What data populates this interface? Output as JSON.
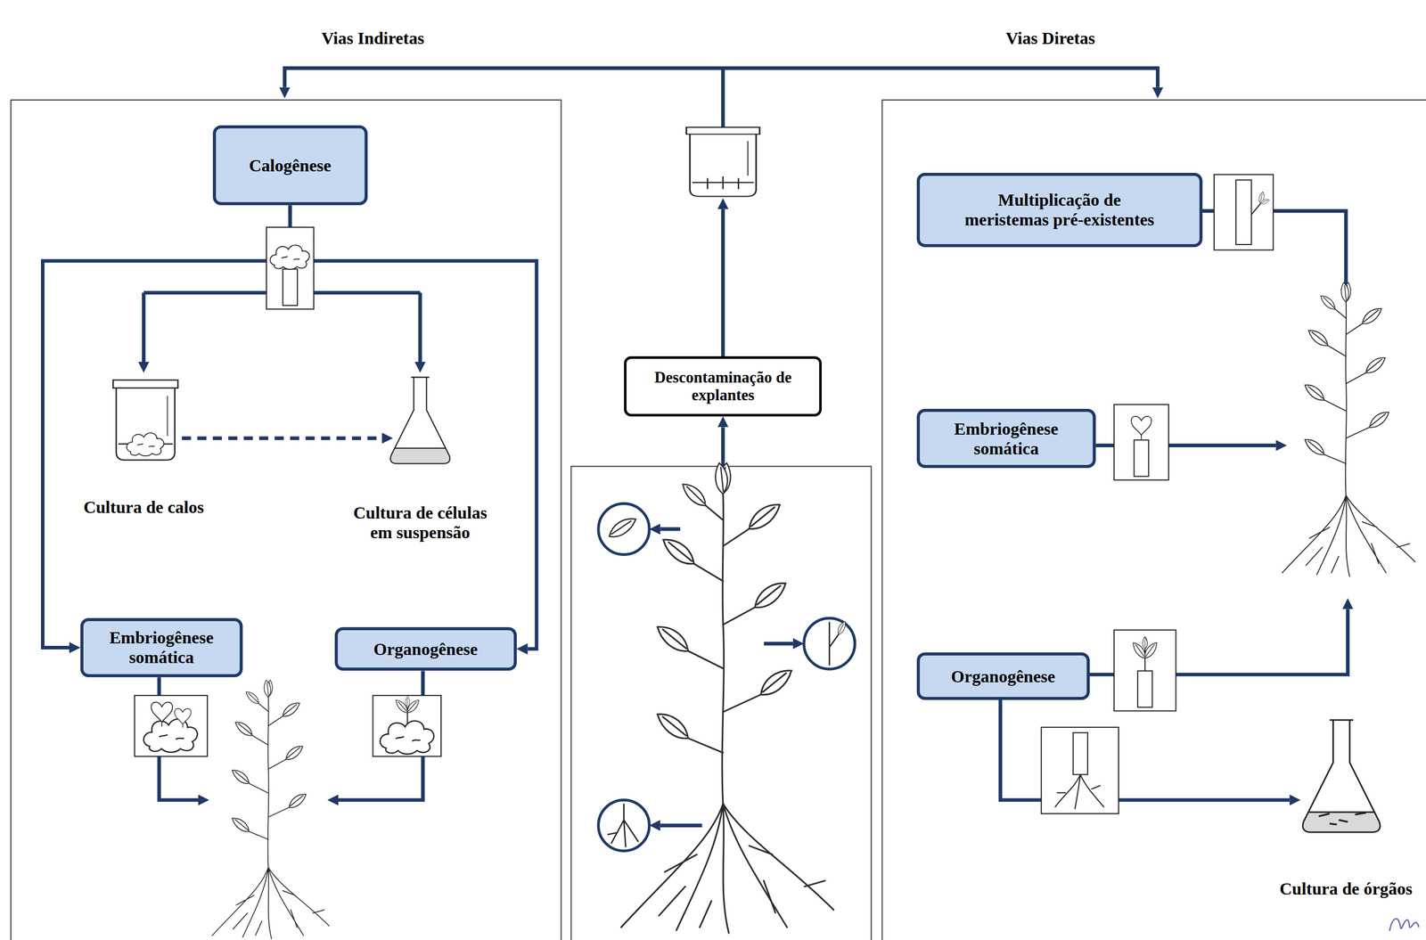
{
  "diagram": {
    "nodes": [
      {
        "text": [
          "Calogênese"
        ]
      },
      {
        "text": [
          "Embriogênese somática"
        ]
      },
      {
        "text": [
          "Organogênese"
        ]
      },
      {
        "text": [
          "Descontaminação de explantes"
        ]
      },
      {
        "text": [
          "Multiplicação de meristemas pré-existentes"
        ]
      },
      {
        "text": [
          "Embriogênese somática"
        ]
      },
      {
        "text": [
          "Organogênese"
        ]
      }
    ],
    "edges": [
      {
        "from": 0,
        "to": 1,
        "arrow": "to"
      },
      {
        "from": 0,
        "to": 2,
        "arrow": "to"
      }
    ],
    "labels": [
      "Vias Indiretas",
      "Vias Diretas",
      "Cultura de calos",
      "Cultura de células em suspensão",
      "Cultura de órgãos"
    ]
  }
}
